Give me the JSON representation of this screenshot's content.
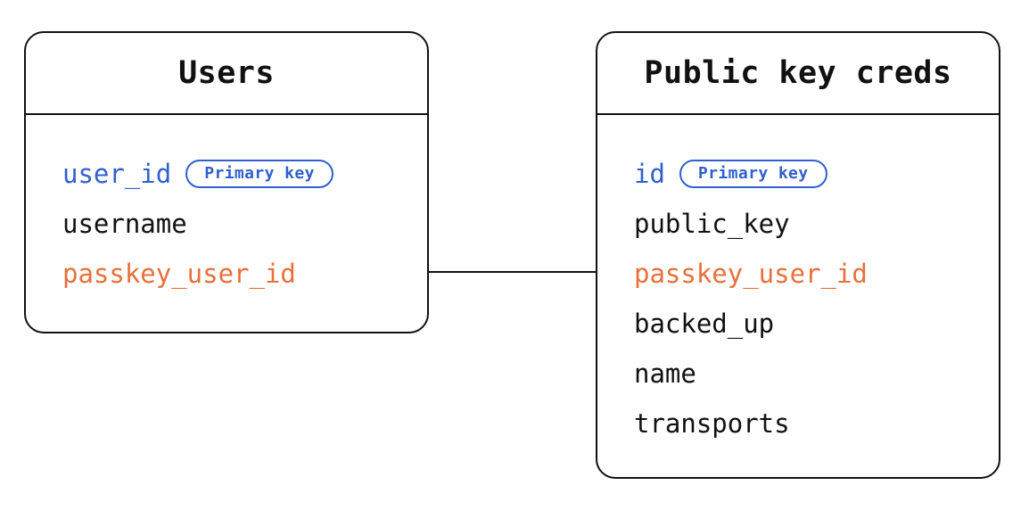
{
  "diagram": {
    "type": "entity-relationship-diagram",
    "background_color": "#ffffff",
    "colors": {
      "border": "#111111",
      "text": "#111111",
      "primary_key": "#3060D0",
      "foreign_key": "#E8703A",
      "connector": "#111111"
    },
    "badge_label": "Primary key",
    "entities": [
      {
        "id": "users",
        "title": "Users",
        "fields": [
          {
            "name": "user_id",
            "kind": "pk",
            "badge": "Primary key"
          },
          {
            "name": "username",
            "kind": "plain",
            "badge": null
          },
          {
            "name": "passkey_user_id",
            "kind": "fk",
            "badge": null
          }
        ]
      },
      {
        "id": "public-key-creds",
        "title": "Public key creds",
        "fields": [
          {
            "name": "id",
            "kind": "pk",
            "badge": "Primary key"
          },
          {
            "name": "public_key",
            "kind": "plain",
            "badge": null
          },
          {
            "name": "passkey_user_id",
            "kind": "fk",
            "badge": null
          },
          {
            "name": "backed_up",
            "kind": "plain",
            "badge": null
          },
          {
            "name": "name",
            "kind": "plain",
            "badge": null
          },
          {
            "name": "transports",
            "kind": "plain",
            "badge": null
          }
        ]
      }
    ],
    "relationship": {
      "from_entity": "users",
      "from_field": "passkey_user_id",
      "to_entity": "public-key-creds",
      "to_field": "passkey_user_id"
    }
  }
}
